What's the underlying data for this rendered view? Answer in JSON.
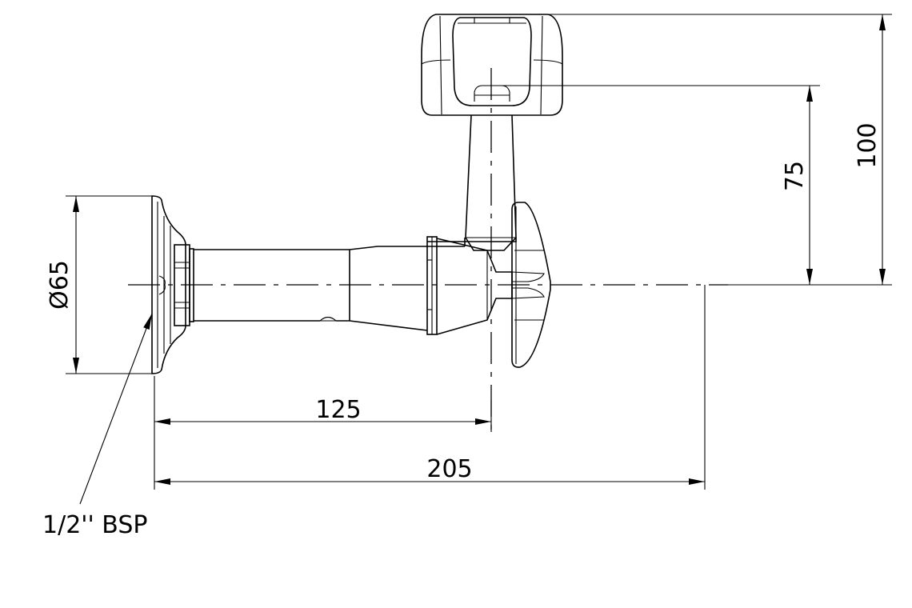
{
  "dimensions": {
    "flange_diameter": "Ø65",
    "spout_distance": "125",
    "overall_length": "205",
    "outlet_height": "75",
    "overall_height": "100"
  },
  "annotations": {
    "thread": "1/2'' BSP"
  },
  "colors": {
    "line": "#000000",
    "background": "#ffffff"
  }
}
